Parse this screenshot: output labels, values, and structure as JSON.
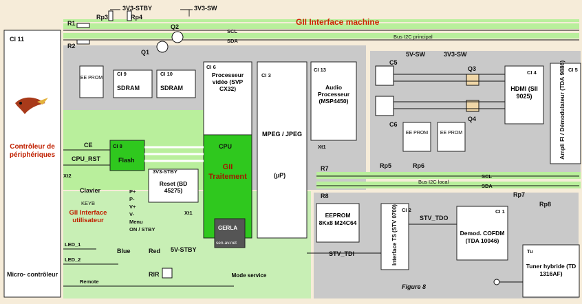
{
  "title": "GII  Interface machine",
  "figure_caption": "Figure 8",
  "power_rails": {
    "v3_stby": "3V3-STBY",
    "v3_sw": "3V3-SW",
    "v5_sw": "5V-SW",
    "v3_sw2": "3V3-SW",
    "v5_stby": "5V-STBY",
    "v3_stby_reset": "3V3-STBY"
  },
  "buses": {
    "scl": "SCL",
    "sda": "SDA",
    "main": "Bus I2C principal",
    "scl2": "SCL",
    "sda2": "SDA",
    "local": "Bus I2C local"
  },
  "resistors": {
    "r1": "R1",
    "r2": "R2",
    "rp3": "Rp3",
    "rp4": "Rp4",
    "r7": "R7",
    "r8": "R8",
    "rp5": "Rp5",
    "rp6": "Rp6",
    "rp7": "Rp7",
    "rp8": "Rp8"
  },
  "transistors": {
    "q1": "Q1",
    "q2": "Q2",
    "q3": "Q3",
    "q4": "Q4"
  },
  "connectors": {
    "c5": "C5",
    "c6": "C6"
  },
  "crystals": {
    "xt1_cpu": "Xt1",
    "xt1_audio": "Xt1",
    "xt2": "Xt2"
  },
  "blocks": {
    "ci11": {
      "ref": "CI 11",
      "name": "Contrôleur de périphériques",
      "bottom": "Micro- contrôleur"
    },
    "eeprom_left": {
      "label": "EE PROM"
    },
    "ci9": {
      "ref": "CI 9",
      "label": "SDRAM"
    },
    "ci10": {
      "ref": "CI 10",
      "label": "SDRAM"
    },
    "ci6": {
      "ref": "CI 6",
      "label": "Processeur vidéo (SVP CX32)",
      "cpu": "CPU",
      "gii": "GII Traitement"
    },
    "ci3": {
      "ref": "CI 3",
      "label": "MPEG / JPEG",
      "up": "(µP)"
    },
    "ci13": {
      "ref": "CI 13",
      "label": "Audio Processeur (MSP4450)"
    },
    "ci4": {
      "ref": "CI 4",
      "label": "HDMI (SII 9025)"
    },
    "ci5": {
      "ref": "CI 5",
      "label": "Ampli FI / Démodulateur (TDA 9886)"
    },
    "eeprom_hdmi1": {
      "label": "EE PROM"
    },
    "eeprom_hdmi2": {
      "label": "EE PROM"
    },
    "ci8": {
      "ref": "CI 8",
      "label": "Flash"
    },
    "reset": {
      "label": "Reset (BD 45275)"
    },
    "eeprom_local": {
      "label": "EEPROM 8Kx8 M24C64"
    },
    "ci2": {
      "ref": "CI 2",
      "label": "Interface TS (STV 0700)"
    },
    "ci1": {
      "ref": "CI 1",
      "label": "Demod. COFDM (TDA 10046)"
    },
    "tu": {
      "ref": "Tu",
      "label": "Tuner hybride (TD 1316AF)"
    }
  },
  "signals": {
    "ce": "CE",
    "cpu_rst": "CPU_RST",
    "stv_tdo": "STV_TDO",
    "stv_tdi": "STV_TDI",
    "keyb": "KEYB",
    "led1": "LED_1",
    "led2": "LED_2",
    "remote": "Remote"
  },
  "ui_section": {
    "title": "GII Interface utilisateur",
    "clavier": "Clavier",
    "keys": [
      "P+",
      "P-",
      "V+",
      "V-",
      "Menu",
      "ON / STBY"
    ],
    "blue": "Blue",
    "red": "Red",
    "rir": "RIR",
    "mode_service": "Mode service"
  },
  "logo": {
    "name": "GERLA",
    "site": "sen-av.net"
  }
}
